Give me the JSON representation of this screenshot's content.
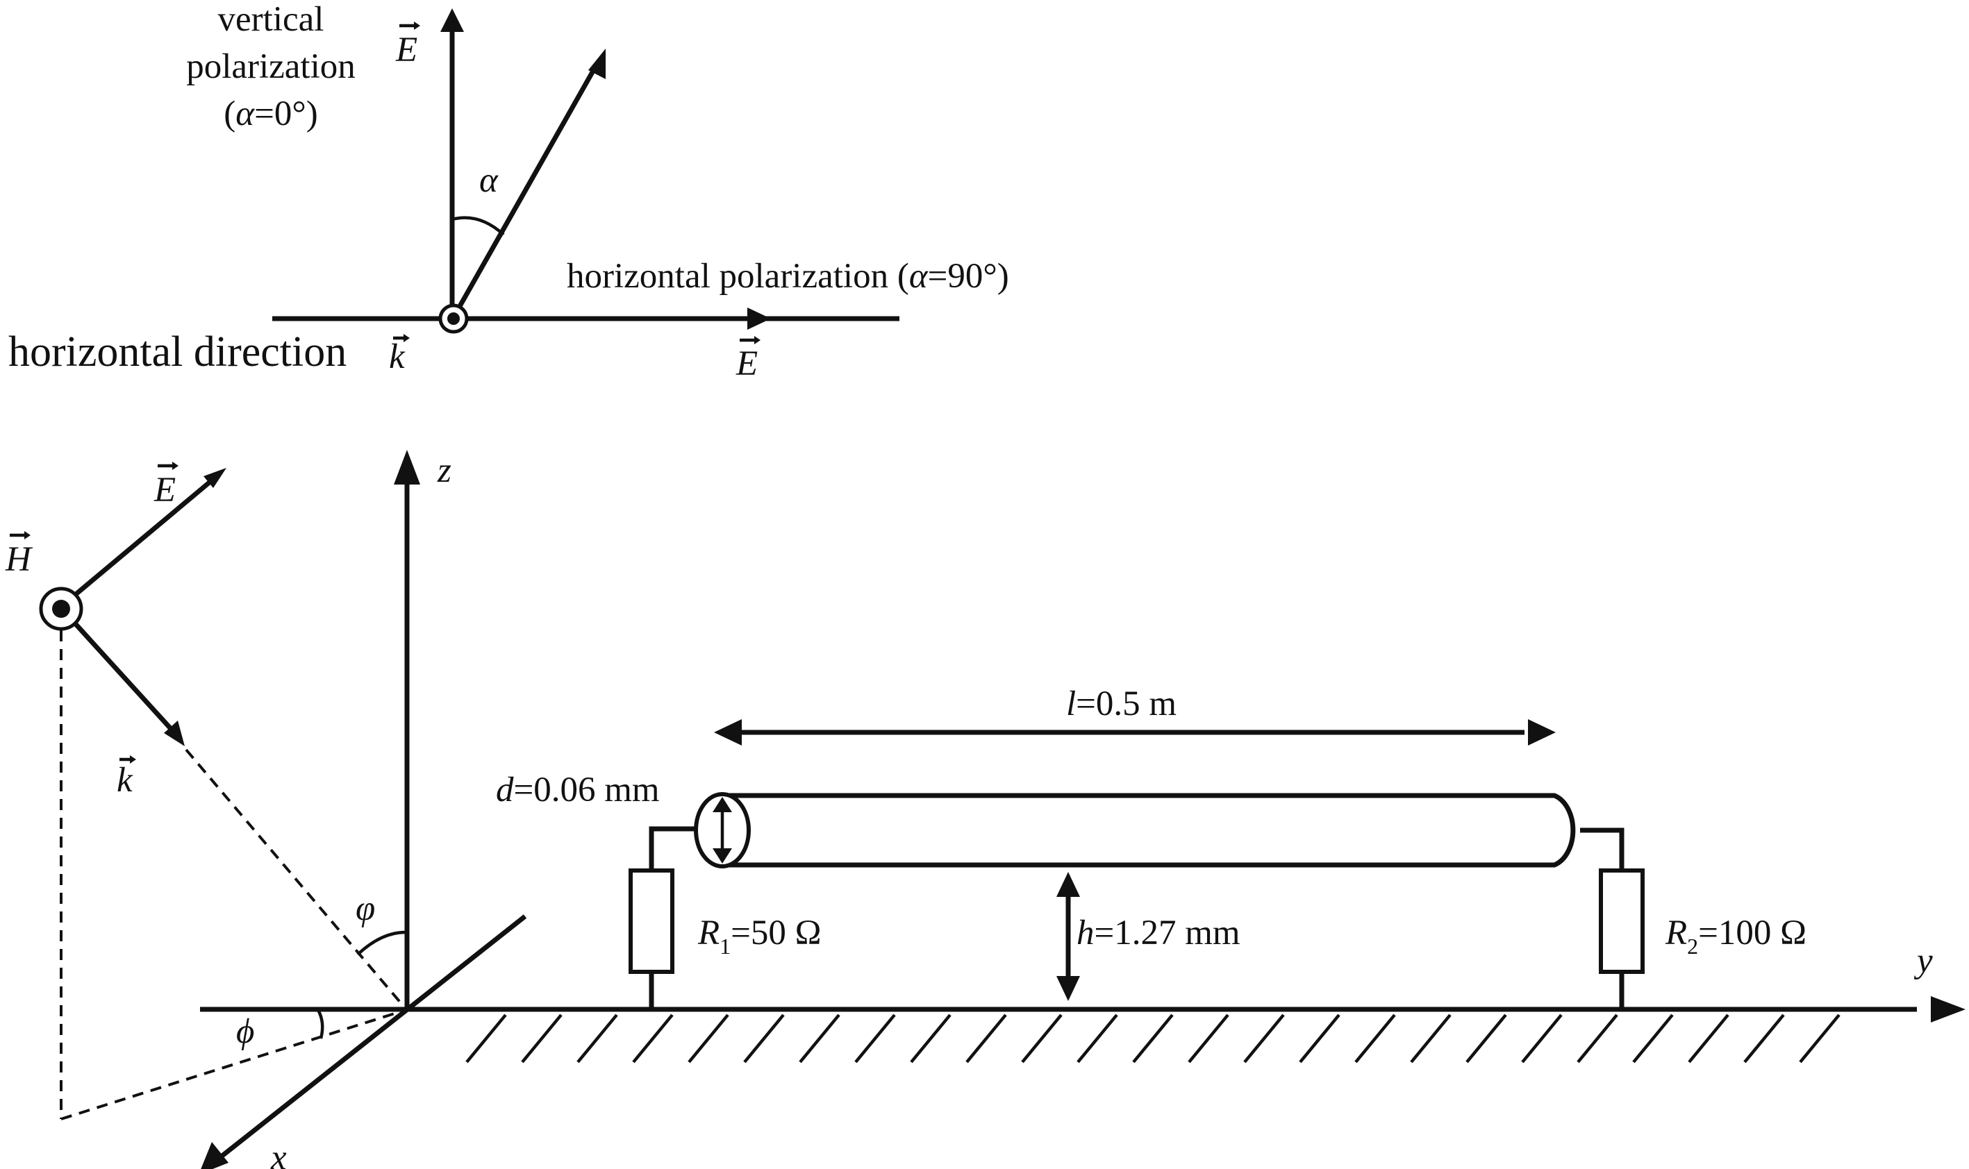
{
  "polarization": {
    "vertical_line1": "vertical",
    "vertical_line2": "polarization",
    "vertical_alpha_open": "(",
    "vertical_alpha_symbol": "α",
    "vertical_alpha_value": "=0°)",
    "e_vertical": "E",
    "alpha": "α",
    "horizontal_pol_text": "horizontal polarization (",
    "horizontal_pol_symbol": "α",
    "horizontal_pol_value": "=90°)",
    "horizontal_direction": "horizontal direction",
    "k_direction": "k",
    "e_horizontal": "E"
  },
  "geometry": {
    "e_vector": "E",
    "h_vector": "H",
    "k_vector": "k",
    "axis_z": "z",
    "axis_y": "y",
    "axis_x": "x",
    "angle_varphi": "φ",
    "angle_phi": "ϕ"
  },
  "line": {
    "length_symbol": "l",
    "length_value": "=0.5 m",
    "diameter_symbol": "d",
    "diameter_value": "=0.06 mm",
    "height_symbol": "h",
    "height_value": "=1.27 mm",
    "r1_symbol": "R",
    "r1_subscript": "1",
    "r1_value": "=50 Ω",
    "r2_symbol": "R",
    "r2_subscript": "2",
    "r2_value": "=100 Ω"
  }
}
